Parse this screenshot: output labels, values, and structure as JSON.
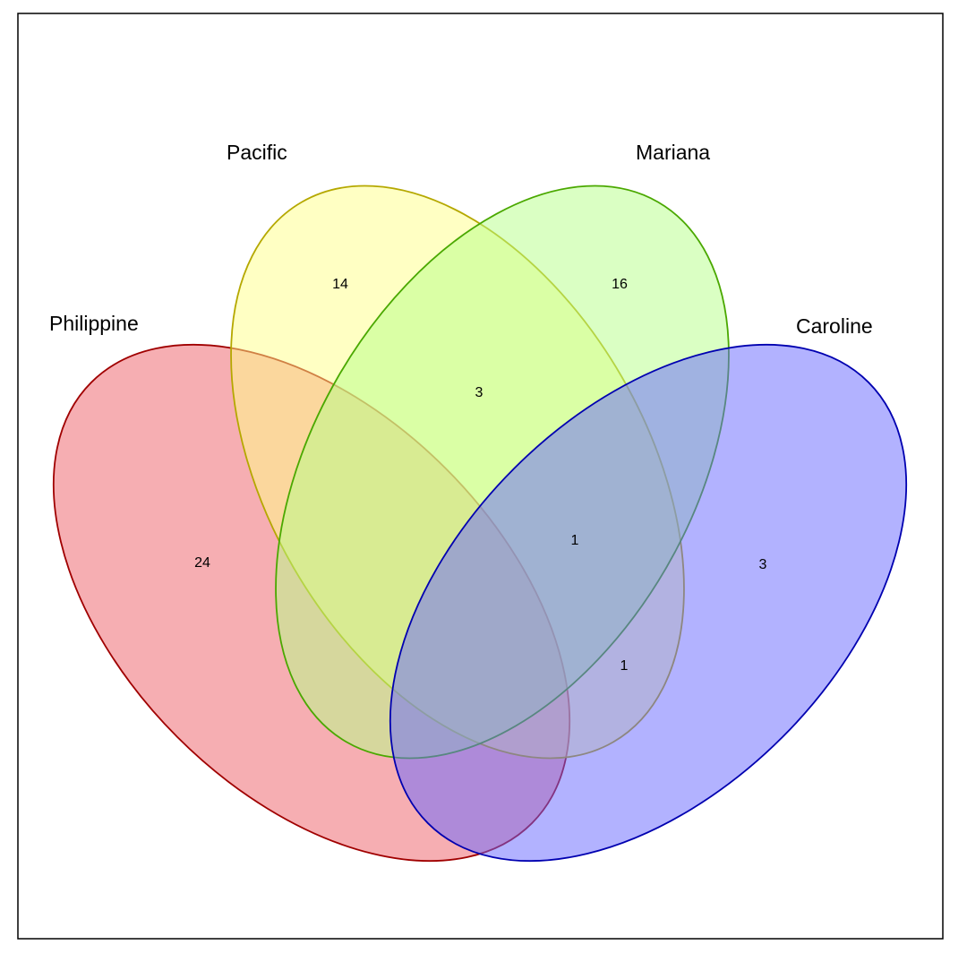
{
  "sets": [
    {
      "id": "philippine",
      "name": "Philippine",
      "fill": "#ee5e66",
      "stroke": "#a00000"
    },
    {
      "id": "pacific",
      "name": "Pacific",
      "fill": "#ffff88",
      "stroke": "#b5a800"
    },
    {
      "id": "mariana",
      "name": "Mariana",
      "fill": "#b6ff88",
      "stroke": "#4aa800"
    },
    {
      "id": "caroline",
      "name": "Caroline",
      "fill": "#6666ff",
      "stroke": "#0000b0"
    }
  ],
  "regions": [
    {
      "id": "philippine-only",
      "count": "24"
    },
    {
      "id": "pacific-only",
      "count": "14"
    },
    {
      "id": "pacific-mariana",
      "count": "3"
    },
    {
      "id": "mariana-only",
      "count": "16"
    },
    {
      "id": "pacific-mariana-caroline",
      "count": "1"
    },
    {
      "id": "pacific-caroline",
      "count": "1"
    },
    {
      "id": "caroline-only",
      "count": "3"
    }
  ]
}
